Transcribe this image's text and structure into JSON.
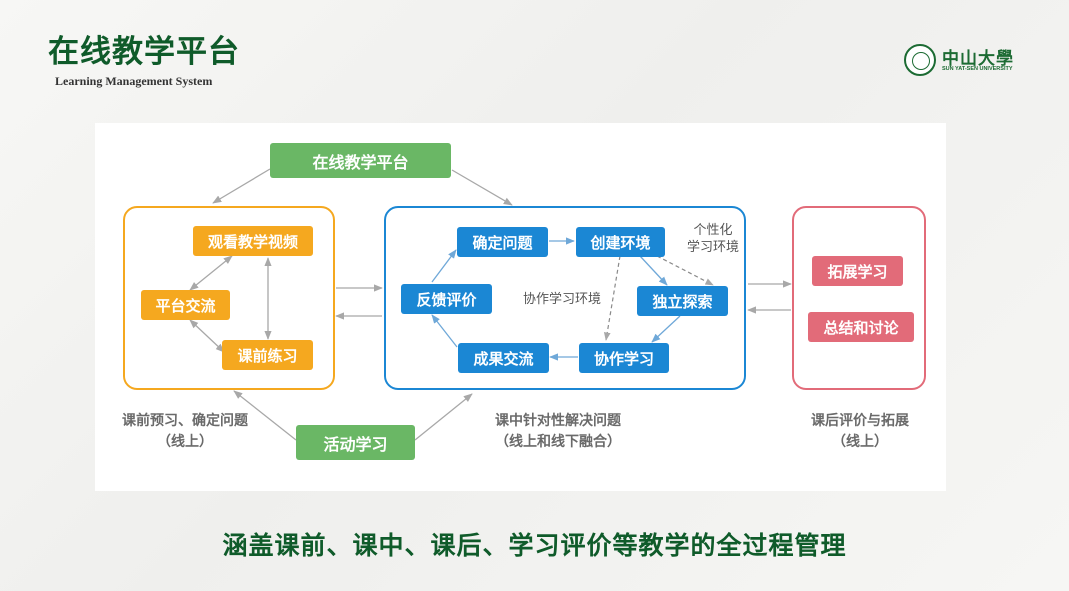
{
  "header": {
    "title": "在线教学平台",
    "subtitle": "Learning Management System",
    "logo_cn": "中山大學",
    "logo_en": "SUN YAT-SEN UNIVERSITY"
  },
  "diagram": {
    "top_node": "在线教学平台",
    "bottom_node": "活动学习",
    "pre_class": {
      "nodes": [
        "观看教学视频",
        "平台交流",
        "课前练习"
      ],
      "caption_line1": "课前预习、确定问题",
      "caption_line2": "（线上）"
    },
    "in_class": {
      "nodes": {
        "identify": "确定问题",
        "create_env": "创建环境",
        "feedback": "反馈评价",
        "explore": "独立探索",
        "exchange": "成果交流",
        "collab": "协作学习"
      },
      "note_personal_1": "个性化",
      "note_personal_2": "学习环境",
      "note_collab": "协作学习环境",
      "caption_line1": "课中针对性解决问题",
      "caption_line2": "（线上和线下融合）"
    },
    "post_class": {
      "nodes": [
        "拓展学习",
        "总结和讨论"
      ],
      "caption_line1": "课后评价与拓展",
      "caption_line2": "（线上）"
    }
  },
  "footer": {
    "summary": "涵盖课前、课中、课后、学习评价等教学的全过程管理"
  },
  "colors": {
    "title_green": "#0f5b2a",
    "node_green": "#6ab765",
    "node_orange": "#f5a81f",
    "node_blue": "#1b87d4",
    "node_pink": "#e26b79",
    "frame_orange": "#f5a81f",
    "frame_blue": "#1b87d4",
    "frame_pink": "#e26b79"
  }
}
